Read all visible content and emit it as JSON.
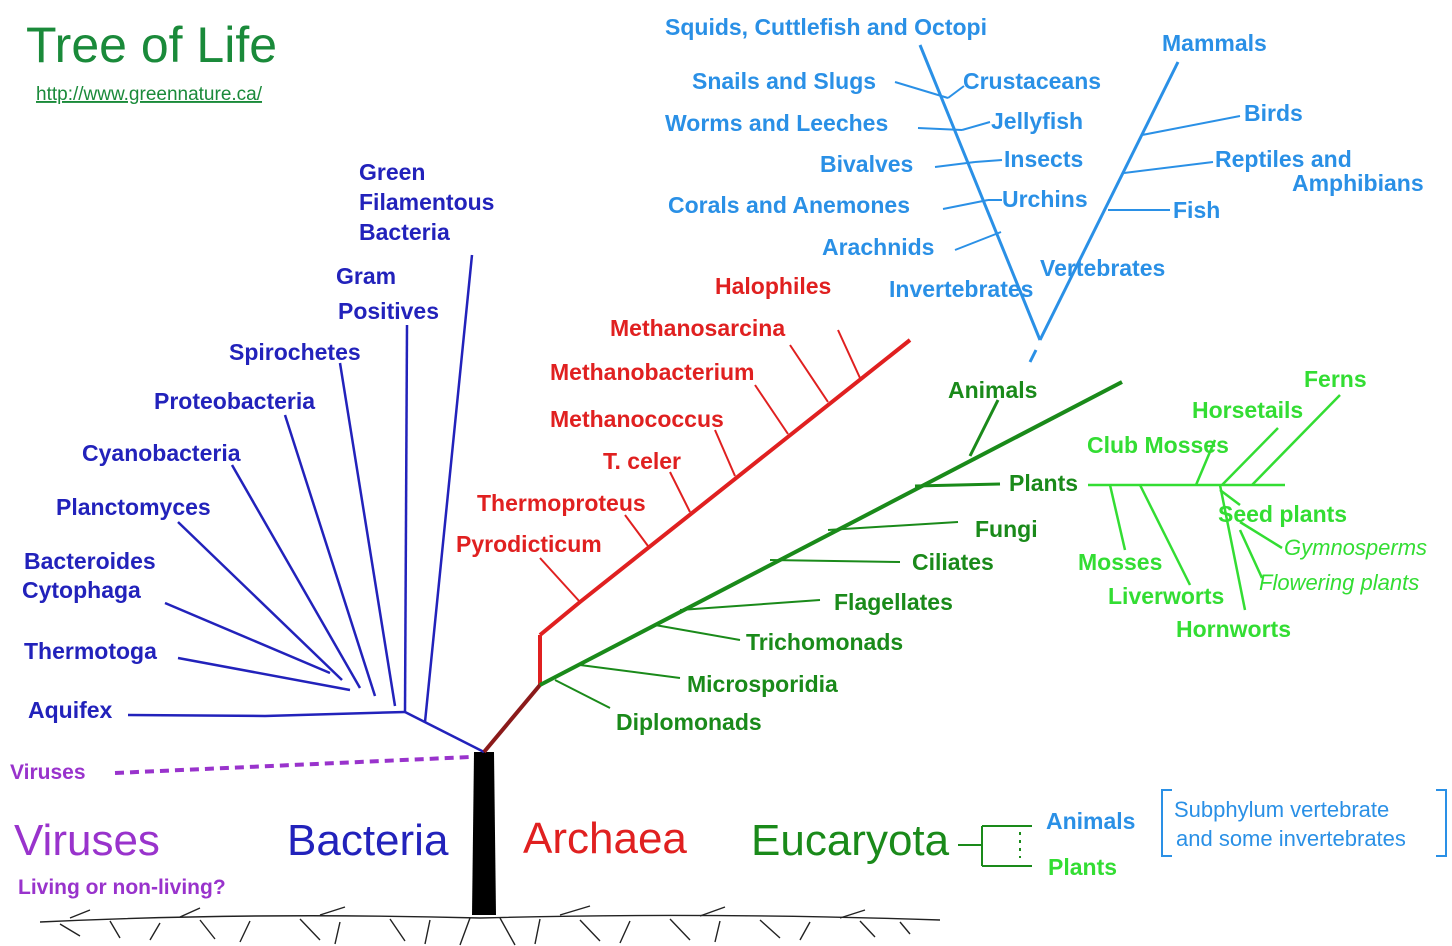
{
  "title": "Tree of Life",
  "url": "http://www.greennature.ca/",
  "colors": {
    "title": "#1a8a3a",
    "bacteria": "#2222bb",
    "archaea": "#e02020",
    "eucaryota": "#1a8a1a",
    "plants": "#33dd33",
    "animals": "#2a90e6",
    "viruses": "#9933cc",
    "trunk": "#000000"
  },
  "domains": {
    "viruses": "Viruses",
    "viruses_question": "Living or non-living?",
    "bacteria": "Bacteria",
    "archaea": "Archaea",
    "eucaryota": "Eucaryota"
  },
  "viruses_branch_label": "Viruses",
  "bacteria": {
    "green_filamentous": [
      "Green",
      "Filamentous",
      "Bacteria"
    ],
    "gram_positives": [
      "Gram",
      "Positives"
    ],
    "spirochetes": "Spirochetes",
    "proteobacteria": "Proteobacteria",
    "cyanobacteria": "Cyanobacteria",
    "planctomyces": "Planctomyces",
    "bacteroides": [
      "Bacteroides",
      "Cytophaga"
    ],
    "thermotoga": "Thermotoga",
    "aquifex": "Aquifex"
  },
  "archaea": {
    "halophiles": "Halophiles",
    "methanosarcina": "Methanosarcina",
    "methanobacterium": "Methanobacterium",
    "methanococcus": "Methanococcus",
    "t_celer": "T. celer",
    "thermoproteus": "Thermoproteus",
    "pyrodicticum": "Pyrodicticum"
  },
  "eucaryota": {
    "animals": "Animals",
    "plants": "Plants",
    "fungi": "Fungi",
    "ciliates": "Ciliates",
    "flagellates": "Flagellates",
    "trichomonads": "Trichomonads",
    "microsporidia": "Microsporidia",
    "diplomonads": "Diplomonads"
  },
  "plants": {
    "ferns": "Ferns",
    "horsetails": "Horsetails",
    "club_mosses": "Club Mosses",
    "seed_plants": "Seed plants",
    "gymnosperms": "Gymnosperms",
    "flowering_plants": "Flowering plants",
    "mosses": "Mosses",
    "liverworts": "Liverworts",
    "hornworts": "Hornworts"
  },
  "animals": {
    "squids": "Squids, Cuttlefish and Octopi",
    "snails": "Snails and Slugs",
    "crustaceans": "Crustaceans",
    "worms": "Worms and Leeches",
    "jellyfish": "Jellyfish",
    "bivalves": "Bivalves",
    "insects": "Insects",
    "corals": "Corals and Anemones",
    "urchins": "Urchins",
    "arachnids": "Arachnids",
    "invertebrates": "Invertebrates",
    "vertebrates": "Vertebrates",
    "mammals": "Mammals",
    "birds": "Birds",
    "reptiles": [
      "Reptiles and",
      "Amphibians"
    ],
    "fish": "Fish"
  },
  "legend": {
    "animals": "Animals",
    "plants": "Plants",
    "note": [
      "Subphylum vertebrate",
      "and some invertebrates"
    ]
  }
}
